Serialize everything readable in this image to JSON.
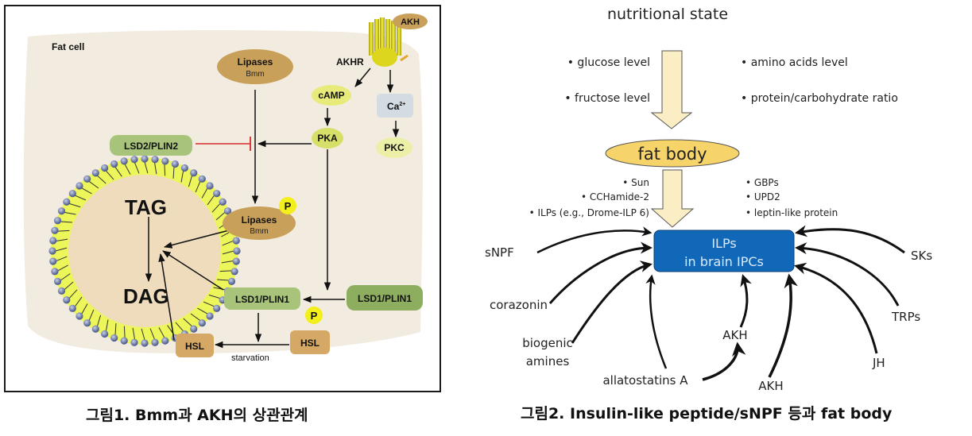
{
  "figure1": {
    "caption": "그림1. Bmm과 AKH의 상관관계",
    "cell_label": "Fat cell",
    "akh": "AKH",
    "akhr": "AKHR",
    "camp": "cAMP",
    "ca": "Ca",
    "ca_sup": "2+",
    "pka": "PKA",
    "pkc": "PKC",
    "lipases_top": {
      "name": "Lipases",
      "sub": "Bmm"
    },
    "lipases_bottom": {
      "name": "Lipases",
      "sub": "Bmm"
    },
    "phospho": "P",
    "lsd2": "LSD2/PLIN2",
    "lsd1_left": "LSD1/PLIN1",
    "lsd1_right": "LSD1/PLIN1",
    "tag": "TAG",
    "dag": "DAG",
    "hsl_left": "HSL",
    "hsl_right": "HSL",
    "starvation": "starvation",
    "colors": {
      "cell": "#f2ece0",
      "lipid_core": "#efdcbd",
      "lipase": "#c9a05a",
      "lsd_light": "#a8c47a",
      "lsd_dark": "#8dad5f",
      "yellow_node": "#e8eb7a",
      "ca_box": "#d3dbe3",
      "hsl": "#d6a866",
      "phospho": "#f2ef1a",
      "inhibit": "#d62b2b"
    }
  },
  "figure2": {
    "caption": "그림2. Insulin-like peptide/sNPF 등과 fat body",
    "title": "nutritional state",
    "inputs_left": [
      "• glucose level",
      "• fructose level"
    ],
    "inputs_right": [
      "• amino acids level",
      "• protein/carbohydrate ratio"
    ],
    "fat_body": "fat body",
    "outputs_left": [
      "• Sun",
      "• CCHamide-2",
      "• ILPs (e.g., Drome-ILP 6)"
    ],
    "outputs_right": [
      "• GBPs",
      "• UPD2",
      "• leptin-like protein"
    ],
    "ipc_box": [
      "ILPs",
      "in brain IPCs"
    ],
    "regulators": {
      "snpf": "sNPF",
      "corazonin": "corazonin",
      "biogenic": [
        "biogenic",
        "amines"
      ],
      "allatostatins": "allatostatins A",
      "akh_mid": "AKH",
      "akh_bottom": "AKH",
      "jh": "JH",
      "trps": "TRPs",
      "sks": "SKs"
    },
    "colors": {
      "arrow_fill": "#fbeec4",
      "fat_body": "#f7d46a",
      "ipc_box": "#1268b8",
      "ipc_text": "#dbe9f7"
    }
  }
}
